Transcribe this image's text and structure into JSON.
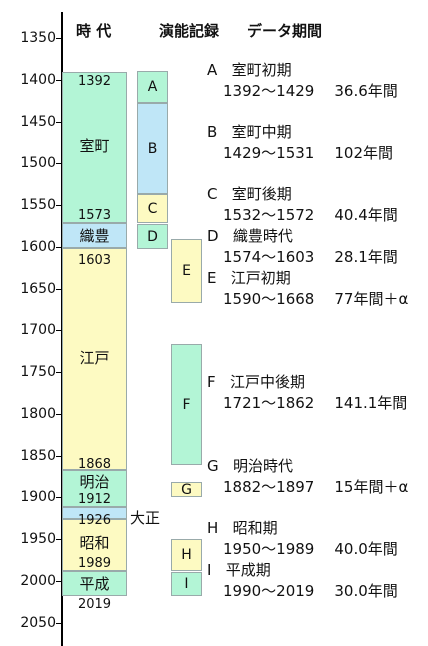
{
  "headers": {
    "era_col": "時 代",
    "records_col": "演能記録",
    "period_col": "データ期間"
  },
  "axis": {
    "ticks": [
      "1350",
      "1400",
      "1450",
      "1500",
      "1550",
      "1600",
      "1650",
      "1700",
      "1750",
      "1800",
      "1850",
      "1900",
      "1950",
      "2000",
      "2050"
    ]
  },
  "eras": {
    "muromachi": {
      "label": "室町",
      "start_label": "1392",
      "end_label": "1573",
      "color": "#b3f5d6"
    },
    "shokuho": {
      "label": "織豊",
      "end_label": "1603",
      "color": "#bfe6f7"
    },
    "edo": {
      "label": "江戸",
      "end_label": "1868",
      "color": "#fdfac2"
    },
    "meiji": {
      "label": "明治",
      "end_label": "1912",
      "color": "#b3f5d6"
    },
    "taisho": {
      "label": "大正",
      "end_label": "1926",
      "color": "#bfe6f7"
    },
    "showa": {
      "label": "昭和",
      "end_label": "1989",
      "color": "#fdfac2"
    },
    "heisei": {
      "label": "平成",
      "end_label": "2019",
      "color": "#b3f5d6"
    }
  },
  "records": {
    "A": {
      "label": "A",
      "color": "#b3f5d6"
    },
    "B": {
      "label": "B",
      "color": "#bfe6f7"
    },
    "C": {
      "label": "C",
      "color": "#fdfac2"
    },
    "D": {
      "label": "D",
      "color": "#b3f5d6"
    },
    "E": {
      "label": "E",
      "color": "#fdfac2"
    },
    "F": {
      "label": "F",
      "color": "#b3f5d6"
    },
    "G": {
      "label": "G",
      "color": "#fdfac2"
    },
    "H": {
      "label": "H",
      "color": "#fdfac2"
    },
    "I": {
      "label": "I",
      "color": "#b3f5d6"
    }
  },
  "periods": [
    {
      "letter": "A",
      "name": "室町初期",
      "range": "1392～1429",
      "duration": "36.6年間"
    },
    {
      "letter": "B",
      "name": "室町中期",
      "range": "1429～1531",
      "duration": "102年間"
    },
    {
      "letter": "C",
      "name": "室町後期",
      "range": "1532～1572",
      "duration": "40.4年間"
    },
    {
      "letter": "D",
      "name": "織豊時代",
      "range": "1574～1603",
      "duration": "28.1年間"
    },
    {
      "letter": "E",
      "name": "江戸初期",
      "range": "1590～1668",
      "duration": "77年間＋α"
    },
    {
      "letter": "F",
      "name": "江戸中後期",
      "range": "1721～1862",
      "duration": "141.1年間"
    },
    {
      "letter": "G",
      "name": "明治時代",
      "range": "1882～1897",
      "duration": "15年間＋α"
    },
    {
      "letter": "H",
      "name": "昭和期",
      "range": "1950～1989",
      "duration": "40.0年間"
    },
    {
      "letter": "I",
      "name": "平成期",
      "range": "1990～2019",
      "duration": "30.0年間"
    }
  ]
}
